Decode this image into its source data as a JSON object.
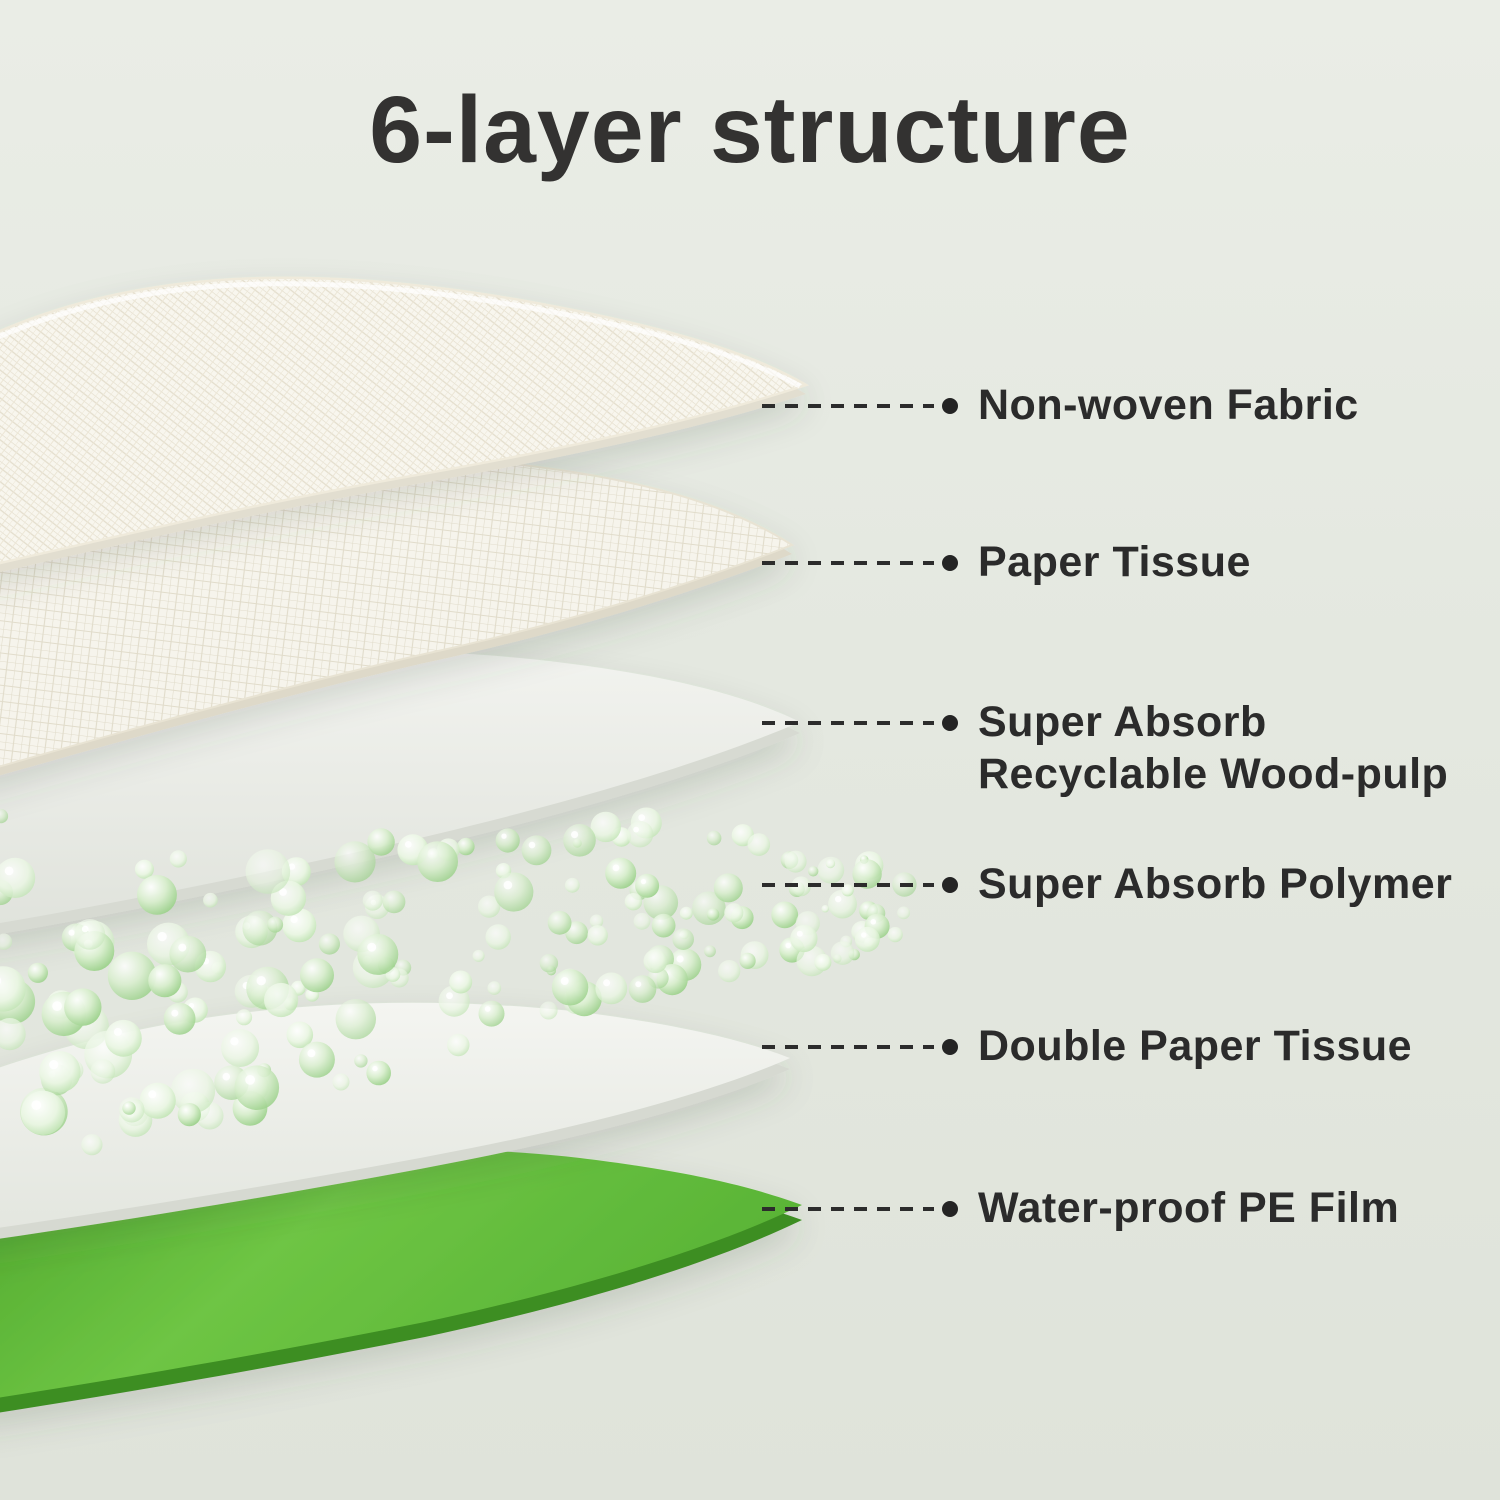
{
  "title": "6-layer structure",
  "colors": {
    "background": "#e6e9e2",
    "title_text": "#333231",
    "label_text": "#2b2b2b",
    "leader_line": "#2c2c2c",
    "pe_film_green": "#5fb93a",
    "polymer_bead_green": "#9fd48f",
    "sheet_white": "#f5f3ea"
  },
  "layers": [
    {
      "label": "Non-woven Fabric"
    },
    {
      "label": "Paper Tissue"
    },
    {
      "label": "Super Absorb Recyclable Wood-pulp"
    },
    {
      "label": "Super Absorb Polymer"
    },
    {
      "label": "Double Paper Tissue"
    },
    {
      "label": "Water-proof PE Film"
    }
  ]
}
